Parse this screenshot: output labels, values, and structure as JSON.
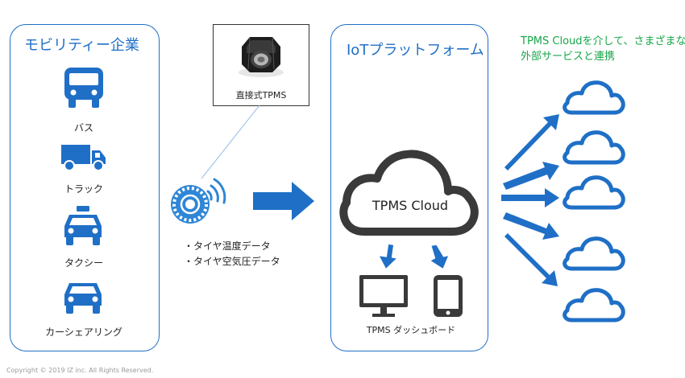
{
  "mobility": {
    "title": "モビリティー企業",
    "items": [
      {
        "icon": "bus-icon",
        "label": "バス"
      },
      {
        "icon": "truck-icon",
        "label": "トラック"
      },
      {
        "icon": "taxi-icon",
        "label": "タクシー"
      },
      {
        "icon": "car-icon",
        "label": "カーシェアリング"
      }
    ]
  },
  "sensor": {
    "photo_caption": "直接式TPMS",
    "bullets": [
      "・タイヤ温度データ",
      "・タイヤ空気圧データ"
    ]
  },
  "platform": {
    "title": "IoTプラットフォーム",
    "cloud_label": "TPMS Cloud",
    "dashboard_label": "TPMS ダッシュボード"
  },
  "external": {
    "note_line1": "TPMS Cloudを介して、さまざまな",
    "note_line2": "外部サービスと連携"
  },
  "footer": {
    "copyright": "Copyright © 2019 IZ inc. All Rights Reserved."
  },
  "colors": {
    "accent": "#1f6fc6",
    "dark": "#3a3a3a",
    "green": "#17a64a"
  }
}
